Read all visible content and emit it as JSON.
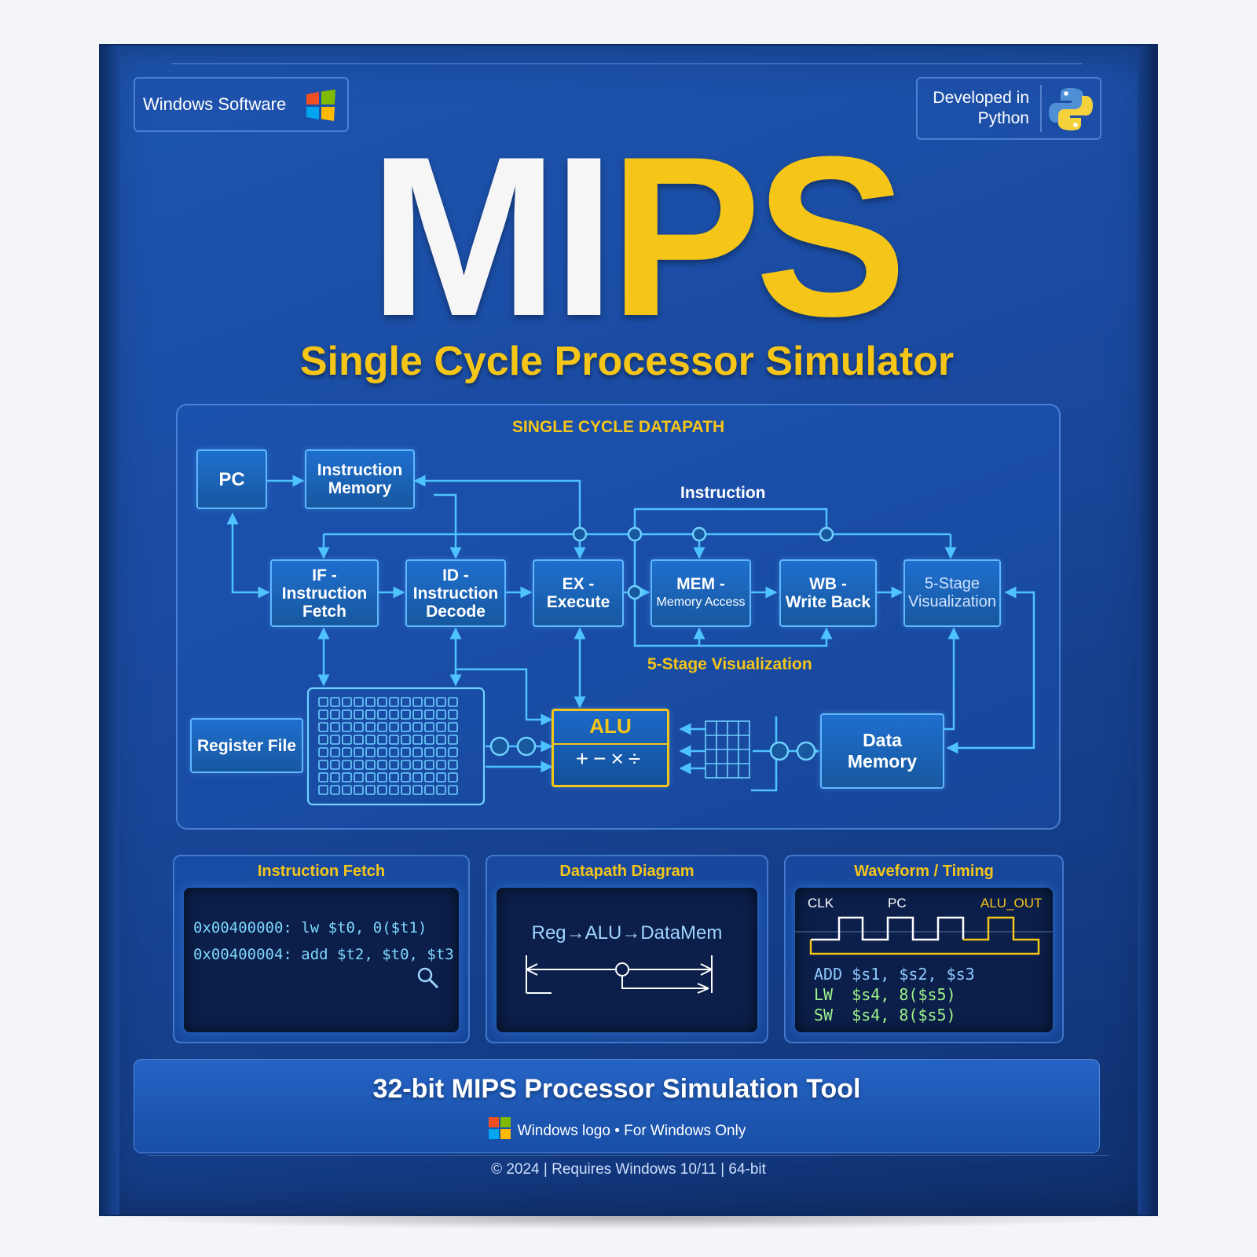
{
  "badges": {
    "windows": "Windows Software",
    "python_line1": "Developed in",
    "python_line2": "Python"
  },
  "title": {
    "part_white": "MI",
    "part_yellow": "PS",
    "subtitle": "Single Cycle Processor Simulator"
  },
  "datapath": {
    "heading": "SINGLE CYCLE DATAPATH",
    "pc": "PC",
    "instruction_memory": [
      "Instruction",
      "Memory"
    ],
    "if_stage": [
      "IF -",
      "Instruction",
      "Fetch"
    ],
    "id_stage": [
      "ID -",
      "Instruction",
      "Decode"
    ],
    "ex_stage": [
      "EX -",
      "Execute"
    ],
    "mem_stage": [
      "MEM -",
      "Memory Access"
    ],
    "wb_stage": [
      "WB -",
      "Write Back"
    ],
    "viz_block": [
      "5-Stage",
      "Visualization"
    ],
    "instruction_label": "Instruction",
    "viz_label": "5-Stage Visualization",
    "register_file": "Register File",
    "alu": "ALU",
    "alu_ops": "+−×÷",
    "data_memory": [
      "Data",
      "Memory"
    ]
  },
  "panels": {
    "fetch": {
      "title": "Instruction Fetch",
      "line1": "0x00400000: lw $t0, 0($t1)",
      "line2": "0x00400004: add $t2, $t0, $t3"
    },
    "diagram": {
      "title": "Datapath Diagram",
      "text": "Reg→ALU→DataMem"
    },
    "waveform": {
      "title": "Waveform / Timing",
      "clk": "CLK",
      "pc": "PC",
      "alu_out": "ALU_OUT",
      "code1": "ADD $s1, $s2, $s3",
      "code2": "LW  $s4, 8($s5)",
      "code3": "SW  $s4, 8($s5)"
    }
  },
  "banner": {
    "title": "32-bit MIPS Processor Simulation Tool",
    "subtitle": "Windows logo • For Windows Only"
  },
  "footer": "© 2024 | Requires Windows 10/11 | 64-bit",
  "colors": {
    "box_blue": "#1a4aa0",
    "accent_yellow": "#f5c518",
    "wire_cyan": "#4fc3ff"
  }
}
